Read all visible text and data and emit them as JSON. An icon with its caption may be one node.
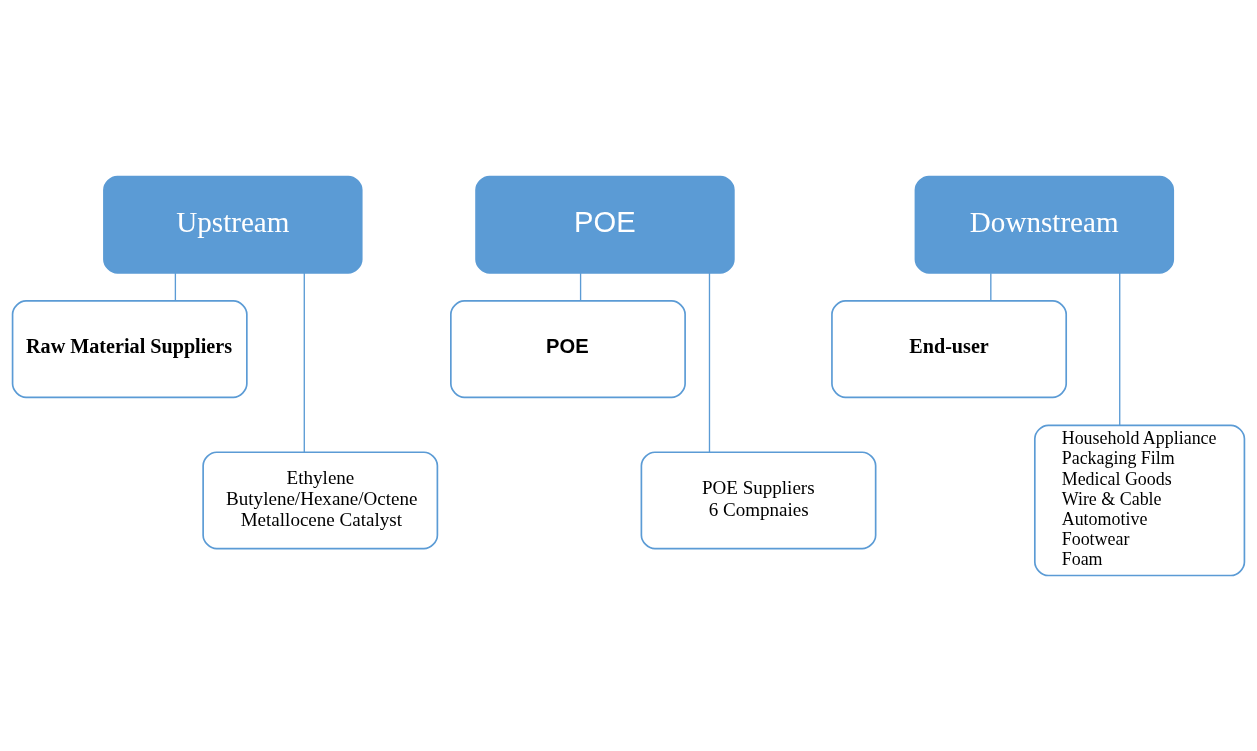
{
  "diagram": {
    "nodes": [
      {
        "text": [
          "Upstream"
        ]
      },
      {
        "text": [
          "Raw Material Suppliers"
        ]
      },
      {
        "text": [
          "Ethylene",
          "Butylene/Hexane/Octene",
          "Metallocene Catalyst"
        ]
      },
      {
        "text": [
          "POE"
        ]
      },
      {
        "text": [
          "POE"
        ]
      },
      {
        "text": [
          "POE Suppliers",
          "6 Compnaies"
        ]
      },
      {
        "text": [
          "Downstream"
        ]
      },
      {
        "text": [
          "End-user"
        ]
      },
      {
        "text": [
          "Household Appliance",
          "Packaging Film",
          "Medical Goods",
          "Wire & Cable",
          "Automotive",
          "Footwear",
          "Foam"
        ]
      }
    ],
    "edges": [
      {
        "from": 0,
        "to": 1,
        "arrow": "none"
      },
      {
        "from": 0,
        "to": 2,
        "arrow": "none"
      },
      {
        "from": 3,
        "to": 4,
        "arrow": "none"
      },
      {
        "from": 3,
        "to": 5,
        "arrow": "none"
      },
      {
        "from": 6,
        "to": 7,
        "arrow": "none"
      },
      {
        "from": 6,
        "to": 8,
        "arrow": "none"
      }
    ]
  }
}
